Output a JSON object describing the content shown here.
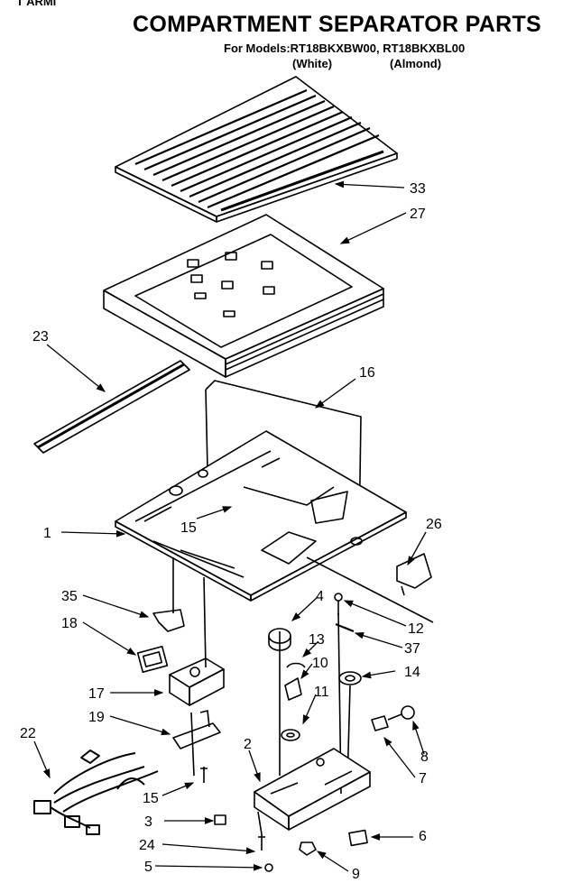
{
  "header": {
    "title": "COMPARTMENT SEPARATOR PARTS",
    "models": "For Models:RT18BKXBW00, RT18BKXBL00",
    "color_white": "(White)",
    "color_almond": "(Almond)",
    "top_fragment": "T ARMI"
  },
  "callouts": {
    "c1": "1",
    "c2": "2",
    "c3": "3",
    "c4": "4",
    "c5": "5",
    "c6": "6",
    "c7": "7",
    "c8": "8",
    "c9": "9",
    "c10": "10",
    "c11": "11",
    "c12": "12",
    "c13": "13",
    "c14": "14",
    "c15a": "15",
    "c15b": "15",
    "c16": "16",
    "c17": "17",
    "c18": "18",
    "c19": "19",
    "c22": "22",
    "c23": "23",
    "c24": "24",
    "c26": "26",
    "c27": "27",
    "c33": "33",
    "c35": "35",
    "c37": "37"
  }
}
